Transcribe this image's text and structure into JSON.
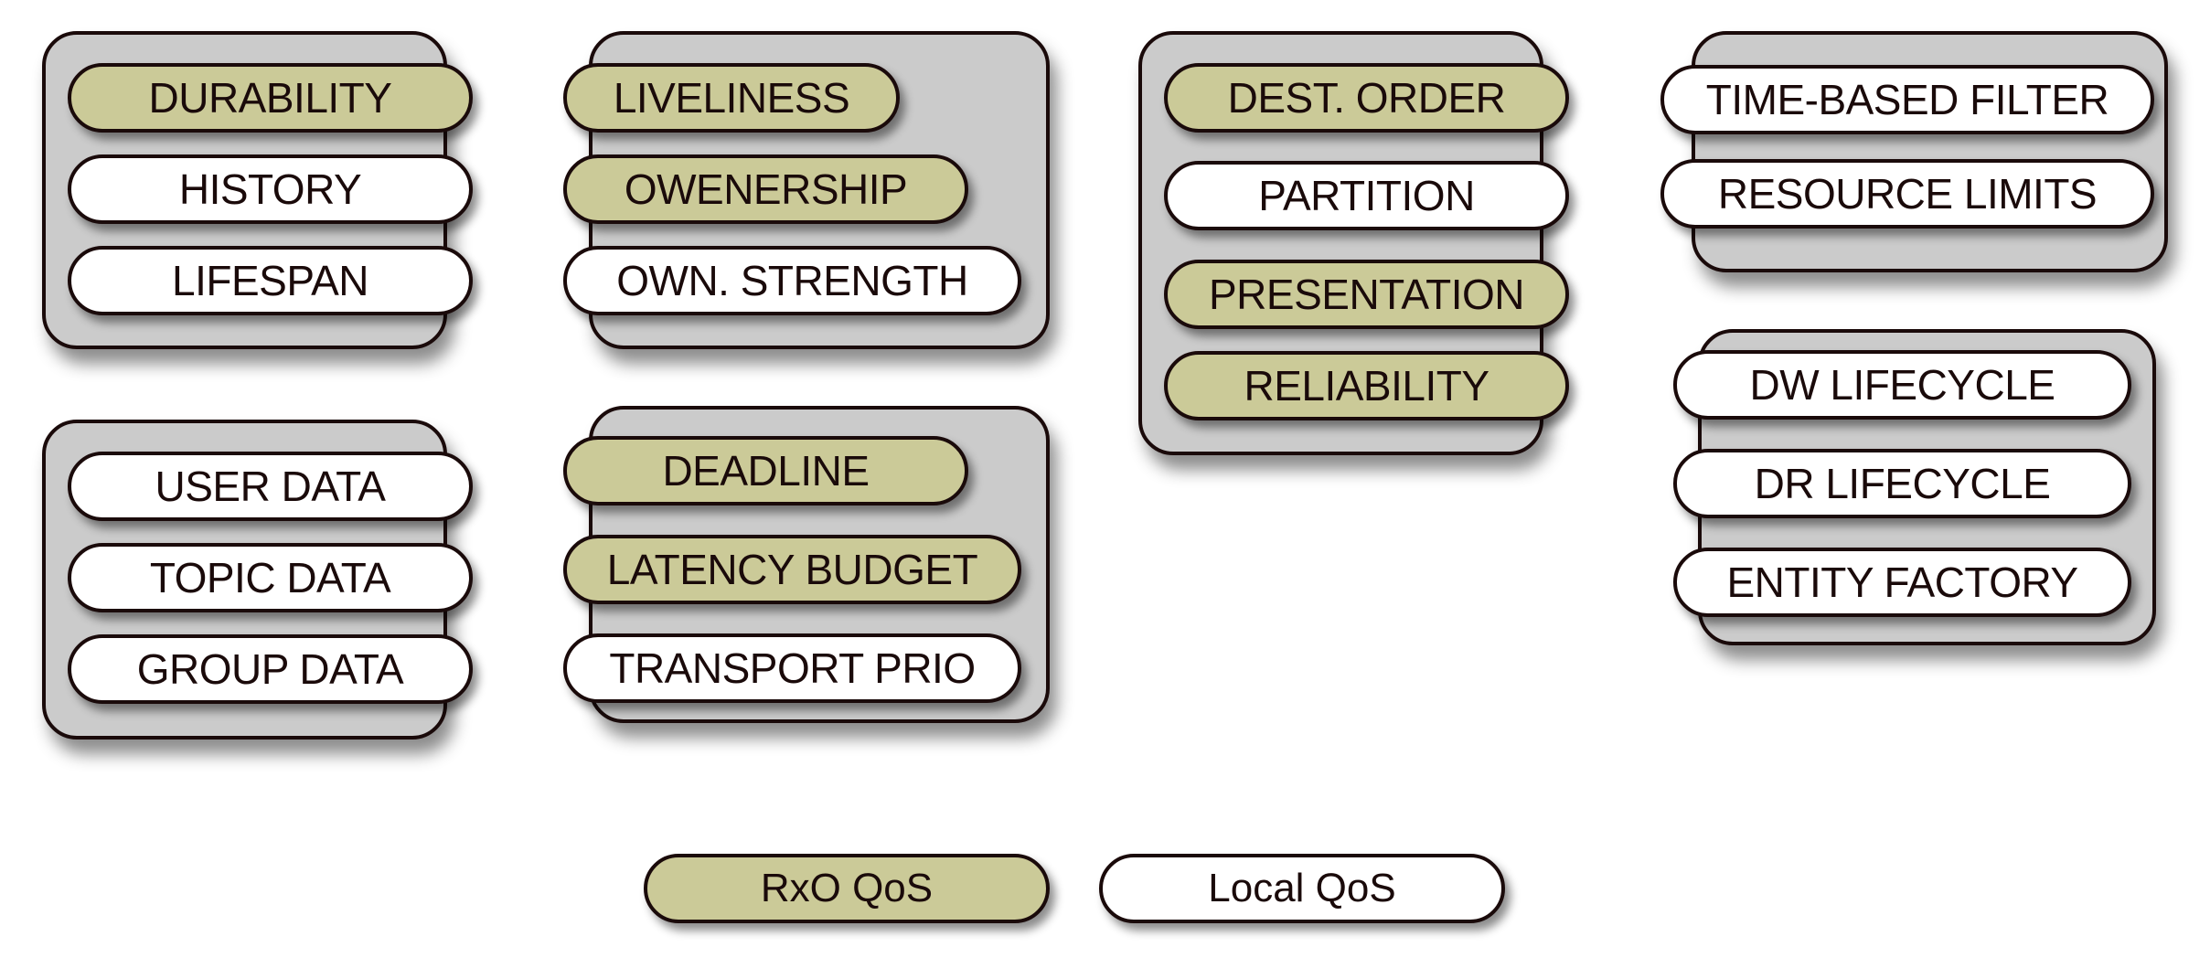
{
  "colors": {
    "rxo": "#cbca98",
    "local": "#ffffff",
    "group_bg": "#cbcbcb",
    "outline": "#1a0a0a"
  },
  "groups": [
    {
      "id": "a",
      "items": [
        {
          "label": "DURABILITY",
          "type": "rxo"
        },
        {
          "label": "HISTORY",
          "type": "local"
        },
        {
          "label": "LIFESPAN",
          "type": "local"
        }
      ]
    },
    {
      "id": "b",
      "items": [
        {
          "label": "LIVELINESS",
          "type": "rxo"
        },
        {
          "label": "OWENERSHIP",
          "type": "rxo"
        },
        {
          "label": "OWN. STRENGTH",
          "type": "local"
        }
      ]
    },
    {
      "id": "c",
      "items": [
        {
          "label": "USER DATA",
          "type": "local"
        },
        {
          "label": "TOPIC DATA",
          "type": "local"
        },
        {
          "label": "GROUP DATA",
          "type": "local"
        }
      ]
    },
    {
      "id": "d",
      "items": [
        {
          "label": "DEADLINE",
          "type": "rxo"
        },
        {
          "label": "LATENCY BUDGET",
          "type": "rxo"
        },
        {
          "label": "TRANSPORT PRIO",
          "type": "local"
        }
      ]
    },
    {
      "id": "e",
      "items": [
        {
          "label": "DEST. ORDER",
          "type": "rxo"
        },
        {
          "label": "PARTITION",
          "type": "local"
        },
        {
          "label": "PRESENTATION",
          "type": "rxo"
        },
        {
          "label": "RELIABILITY",
          "type": "rxo"
        }
      ]
    },
    {
      "id": "f",
      "items": [
        {
          "label": "TIME-BASED FILTER",
          "type": "local"
        },
        {
          "label": "RESOURCE LIMITS",
          "type": "local"
        }
      ]
    },
    {
      "id": "g",
      "items": [
        {
          "label": "DW LIFECYCLE",
          "type": "local"
        },
        {
          "label": "DR LIFECYCLE",
          "type": "local"
        },
        {
          "label": "ENTITY FACTORY",
          "type": "local"
        }
      ]
    }
  ],
  "legend": [
    {
      "label": "RxO QoS",
      "type": "rxo"
    },
    {
      "label": "Local QoS",
      "type": "local"
    }
  ]
}
